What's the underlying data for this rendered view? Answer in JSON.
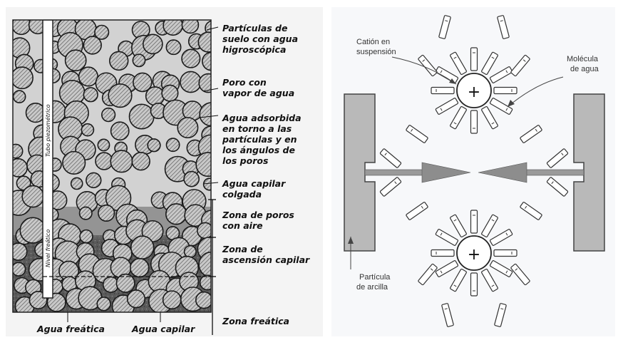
{
  "left_panel": {
    "vertical_labels": {
      "tube": "Tubo piezométrico",
      "water_table": "Nivel freático"
    },
    "labels": [
      {
        "lines": [
          "Partículas de",
          "suelo con agua",
          "higroscópica"
        ]
      },
      {
        "lines": [
          "Poro con",
          "vapor de agua"
        ]
      },
      {
        "lines": [
          "Agua adsorbida",
          "en torno a las",
          "partículas y en",
          "los ángulos de",
          "los poros"
        ]
      },
      {
        "lines": [
          "Agua capilar",
          "colgada"
        ]
      },
      {
        "lines": [
          "Zona de poros",
          "con aire"
        ]
      },
      {
        "lines": [
          "Zona de",
          "ascensión capilar"
        ]
      },
      {
        "lines": [
          "Zona freática"
        ]
      }
    ],
    "bottom_labels": [
      "Agua freática",
      "Agua capilar"
    ]
  },
  "right_panel": {
    "cation_label": [
      "Catión en",
      "suspensión"
    ],
    "molecule_label": [
      "Molécula",
      "de agua"
    ],
    "particle_label": [
      "Partícula",
      "de arcilla"
    ],
    "cation_sign": "+"
  }
}
